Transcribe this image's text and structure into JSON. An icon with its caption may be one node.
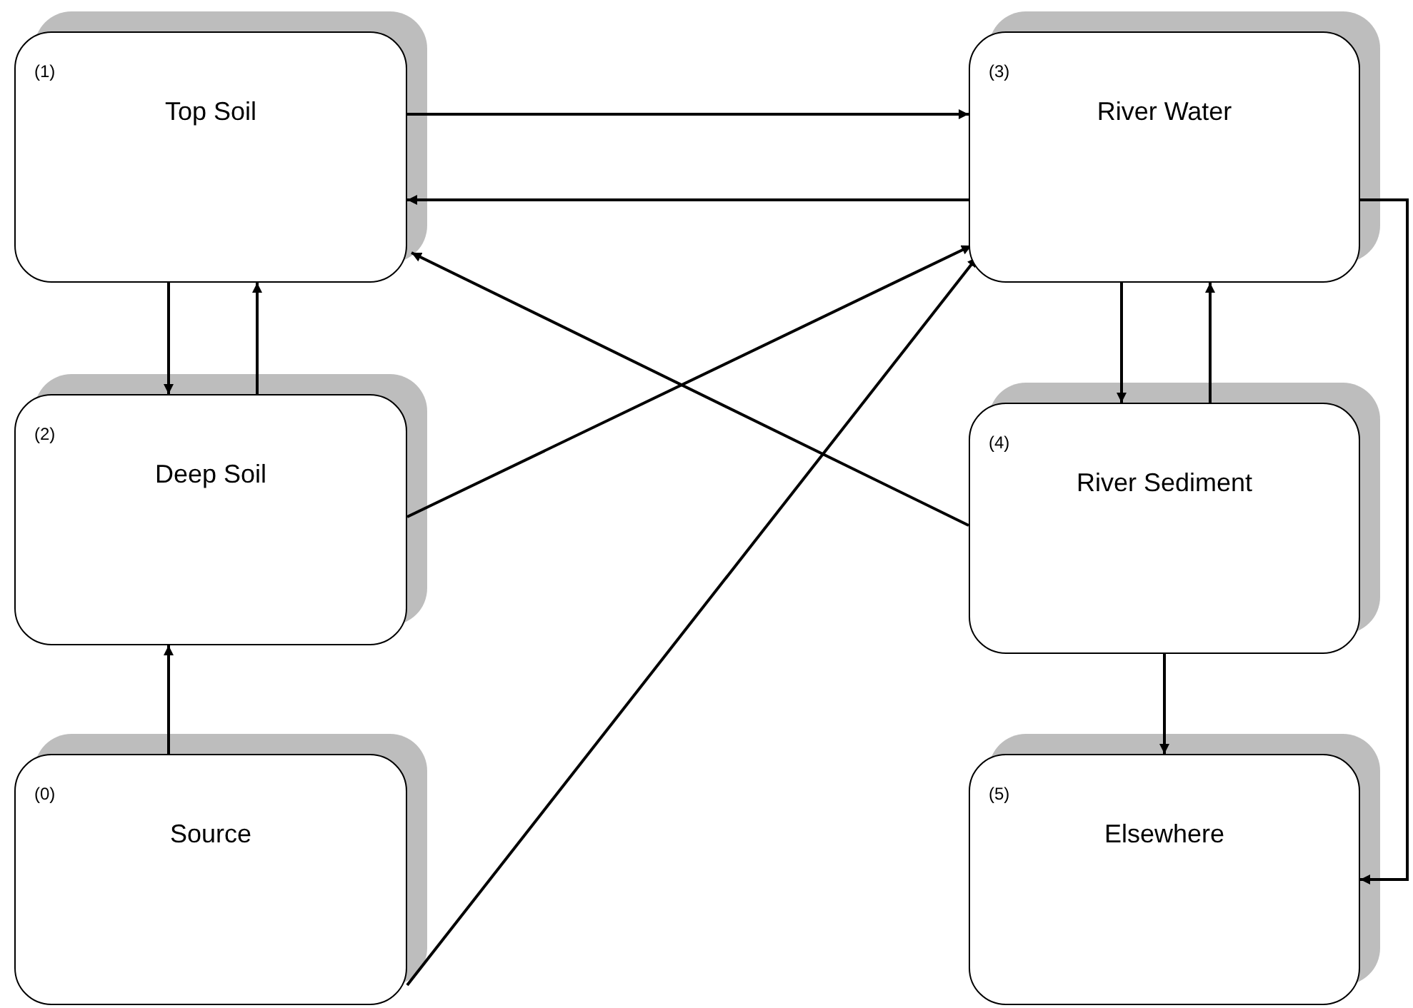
{
  "diagram": {
    "nodes": [
      {
        "text": [
          "(1)",
          "Top Soil"
        ]
      },
      {
        "text": [
          "(3)",
          "River Water"
        ]
      },
      {
        "text": [
          "(2)",
          "Deep Soil"
        ]
      },
      {
        "text": [
          "(4)",
          "River Sediment"
        ]
      },
      {
        "text": [
          "(0)",
          "Source"
        ]
      },
      {
        "text": [
          "(5)",
          "Elsewhere"
        ]
      }
    ],
    "edges": [
      {
        "from": 0,
        "to": 1,
        "arrow": "to"
      },
      {
        "from": 1,
        "to": 0,
        "arrow": "to"
      },
      {
        "from": 0,
        "to": 2,
        "arrow": "to"
      },
      {
        "from": 2,
        "to": 0,
        "arrow": "to"
      },
      {
        "from": 2,
        "to": 1,
        "arrow": "to"
      },
      {
        "from": 4,
        "to": 1,
        "arrow": "to"
      },
      {
        "from": 3,
        "to": 0,
        "arrow": "to"
      },
      {
        "from": 1,
        "to": 3,
        "arrow": "to"
      },
      {
        "from": 3,
        "to": 1,
        "arrow": "to"
      },
      {
        "from": 3,
        "to": 5,
        "arrow": "to"
      },
      {
        "from": 1,
        "to": 5,
        "arrow": "to"
      },
      {
        "from": 4,
        "to": 2,
        "arrow": "to"
      }
    ]
  }
}
